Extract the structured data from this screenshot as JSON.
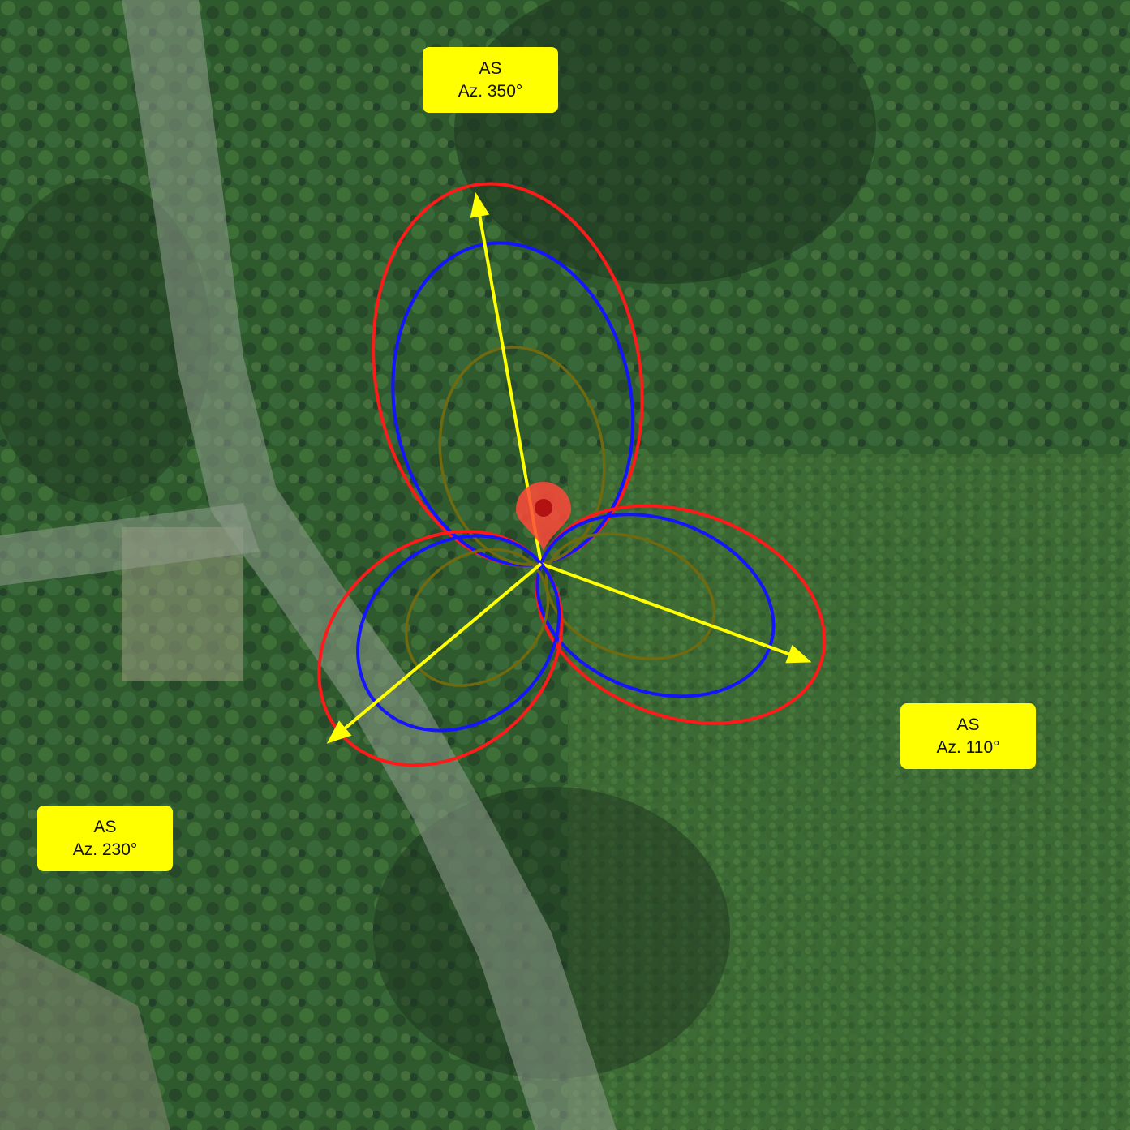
{
  "colors": {
    "outer_lobe": "#ff1a1a",
    "middle_lobe": "#1414ff",
    "inner_lobe": "#6f6a10",
    "azimuth_arrow": "#ffff00",
    "label_background": "#ffff00",
    "site_marker": "#ff4a3a",
    "vegetation": "#2e5b2c",
    "path": "#7c8a78"
  },
  "icons": {
    "site_marker": "map-pin-icon"
  },
  "sectors": [
    {
      "tech": "AS",
      "azimuth_text": "Az. 350°",
      "azimuth_deg": 350
    },
    {
      "tech": "AS",
      "azimuth_text": "Az. 110°",
      "azimuth_deg": 110
    },
    {
      "tech": "AS",
      "azimuth_text": "Az. 230°",
      "azimuth_deg": 230
    }
  ]
}
